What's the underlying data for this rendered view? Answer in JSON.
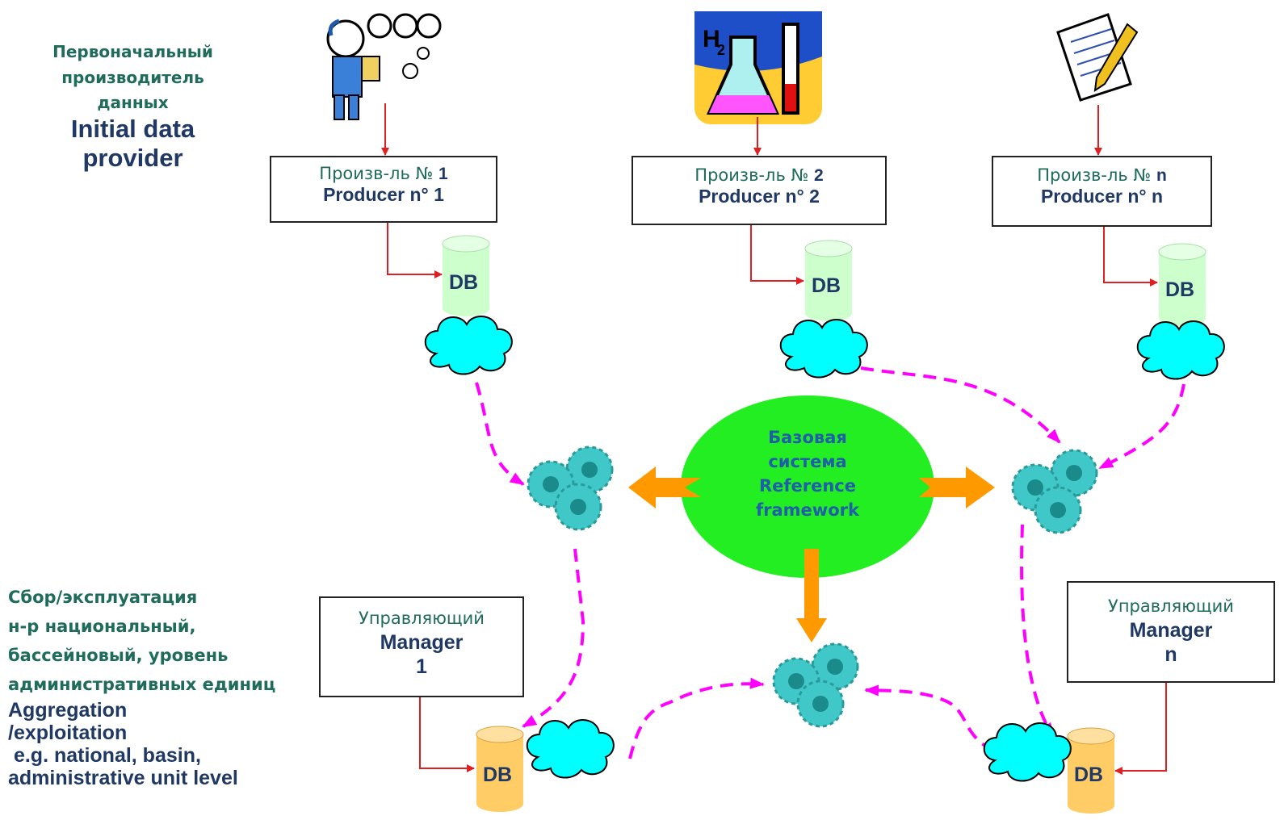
{
  "left_labels": {
    "provider_ru_line1": "Первоначальный",
    "provider_ru_line2": "производитель",
    "provider_ru_line3": "данных",
    "provider_en_line1": "Initial data",
    "provider_en_line2": "provider",
    "aggregation_ru_line1": "Сбор/эксплуатация",
    "aggregation_ru_line2": "н-р национальный,",
    "aggregation_ru_line3": "бассейновый, уровень",
    "aggregation_ru_line4": "административных единиц",
    "aggregation_en_line1": "Aggregation",
    "aggregation_en_line2": "/exploitation",
    "aggregation_en_line3": " e.g. national, basin,",
    "aggregation_en_line4": "administrative unit level"
  },
  "producers": [
    {
      "ru_prefix": "Произв-ль № ",
      "ru_num": "1",
      "en": "Producer n° 1"
    },
    {
      "ru_prefix": "Произв-ль № ",
      "ru_num": "2",
      "en": "Producer n° 2"
    },
    {
      "ru_prefix": "Произв-ль № ",
      "ru_num": "n",
      "en": "Producer n° n"
    }
  ],
  "managers": [
    {
      "ru": "Управляющий",
      "en_line1": "Manager",
      "en_line2": "1"
    },
    {
      "ru": "Управляющий",
      "en_line1": "Manager",
      "en_line2": "n"
    }
  ],
  "db_label": "DB",
  "reference": {
    "line1": "Базовая",
    "line2": "система",
    "line3": "Reference",
    "line4": "framework"
  },
  "colors": {
    "arrow_red": "#e02020",
    "dashed_magenta": "#ff00ff",
    "orange_arrow": "#ff9900",
    "ellipse_green": "#22ee22",
    "cloud_cyan": "#00ffff",
    "gear_teal": "#40c8c8",
    "db_green": "#ccffcc",
    "db_orange": "#ffcc66"
  },
  "icons": [
    "technician-icon",
    "laboratory-icon",
    "notepad-pen-icon"
  ]
}
